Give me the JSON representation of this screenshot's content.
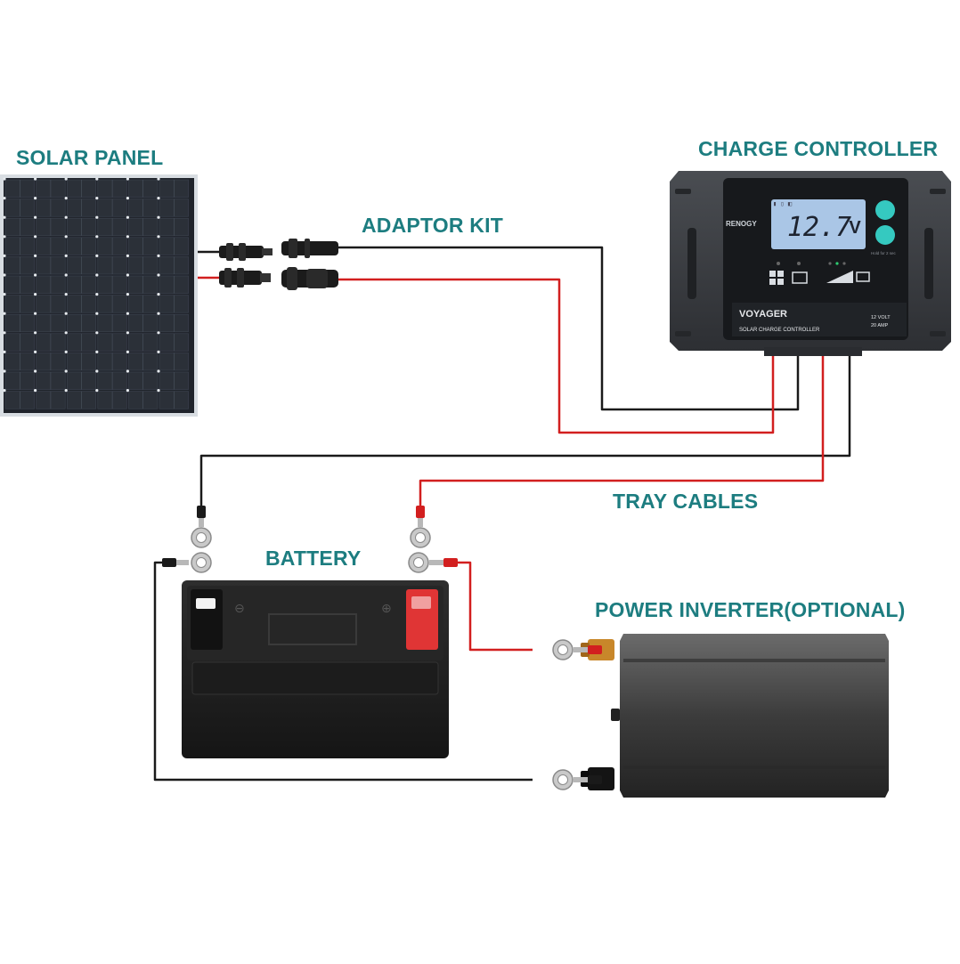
{
  "labels": {
    "solar_panel": "SOLAR PANEL",
    "adaptor_kit": "ADAPTOR KIT",
    "charge_controller": "CHARGE CONTROLLER",
    "tray_cables": "TRAY CABLES",
    "battery": "BATTERY",
    "power_inverter": "POWER INVERTER(OPTIONAL)"
  },
  "controller": {
    "brand": "RENOGY",
    "display_value": "12.7",
    "display_unit": "V",
    "model": "VOYAGER",
    "subtitle": "SOLAR CHARGE CONTROLLER",
    "rating_volt": "12 VOLT",
    "rating_amp": "20 AMP"
  },
  "colors": {
    "label_teal": "#1d7d80",
    "wire_red": "#d21f1f",
    "wire_black": "#1a1a1a",
    "button_teal": "#35c9c0",
    "lcd_blue": "#aac6e6",
    "terminal_red": "#e03535"
  },
  "icons": {
    "ring_terminal": "ring-terminal-icon",
    "mc4_connector": "mc4-connector-icon",
    "solar_cell": "solar-cell-icon"
  }
}
